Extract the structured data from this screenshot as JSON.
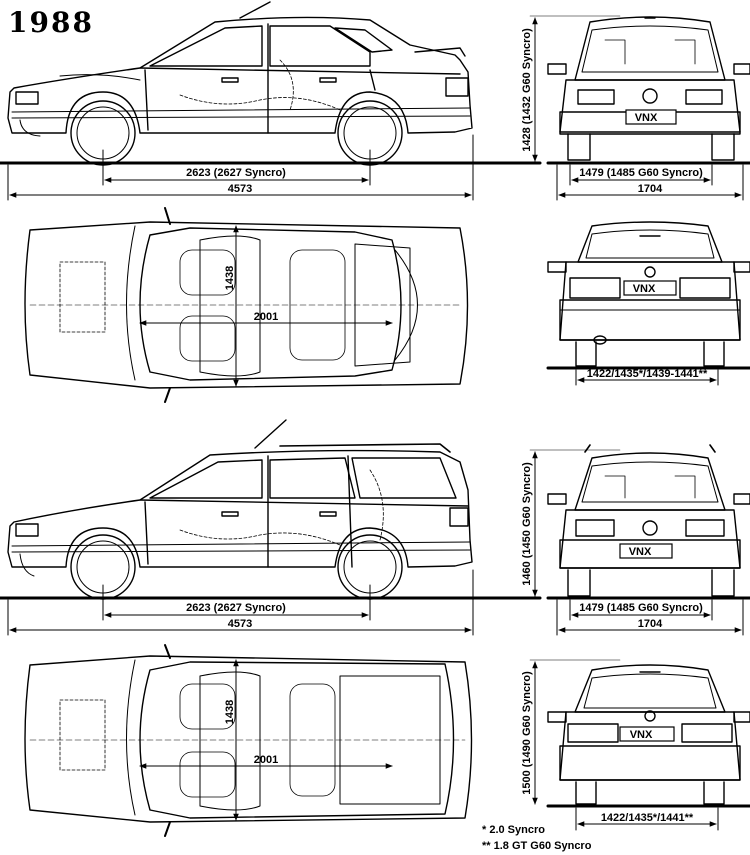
{
  "year": "1988",
  "plate": "VNX",
  "sedan": {
    "side": {
      "wheelbase": "2623 (2627 Syncro)",
      "length": "4573"
    },
    "front": {
      "height": "1428 (1432 G60 Syncro)",
      "track": "1479 (1485 G60 Syncro)",
      "width": "1704"
    },
    "top": {
      "inner_width": "1438",
      "inner_length": "2001"
    },
    "rear": {
      "track": "1422/1435*/1439-1441**"
    }
  },
  "wagon": {
    "side": {
      "wheelbase": "2623 (2627 Syncro)",
      "length": "4573"
    },
    "front": {
      "height": "1460 (1450 G60 Syncro)",
      "track": "1479 (1485 G60 Syncro)",
      "width": "1704"
    },
    "top": {
      "inner_width": "1438",
      "inner_length": "2001"
    },
    "rear": {
      "height": "1500 (1490 G60 Syncro)",
      "track": "1422/1435*/1441**"
    }
  },
  "footnotes": [
    "* 2.0 Syncro",
    "** 1.8 GT G60 Syncro"
  ]
}
